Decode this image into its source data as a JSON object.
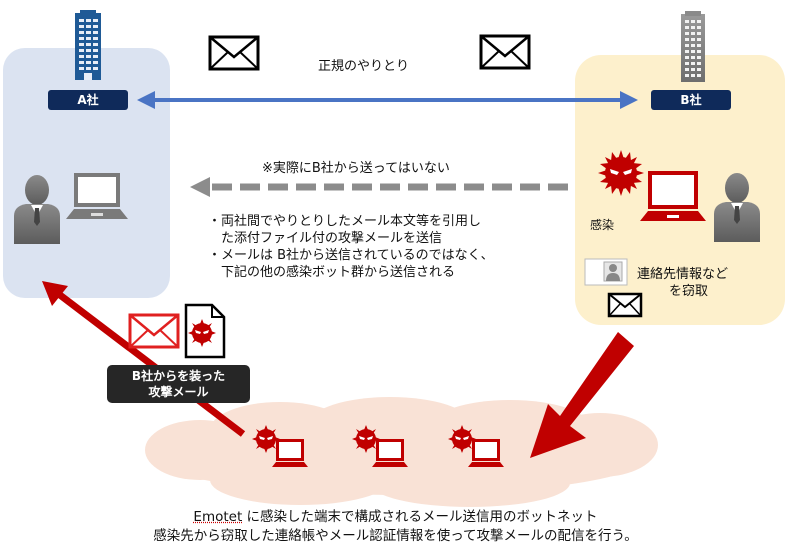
{
  "company_a": {
    "label": "A社"
  },
  "company_b": {
    "label": "B社"
  },
  "legit_exchange": {
    "label": "正規のやりとり"
  },
  "not_actually_sent": {
    "label": "※実際にB社から送ってはいない"
  },
  "explanation": {
    "line1": "・両社間でやりとりしたメール本文等を引用し",
    "line2": "　た添付ファイル付の攻撃メールを送信",
    "line3": "・メールは B社から送信されているのではなく、",
    "line4": "　下記の他の感染ボット群から送信される"
  },
  "infected": {
    "label": "感染"
  },
  "stolen": {
    "line1": "連絡先情報など",
    "line2": "を窃取"
  },
  "spoofed_mail": {
    "line1": "B社からを装った",
    "line2": "攻撃メール"
  },
  "caption": {
    "emotet": "Emotet",
    "line1_rest": " に感染した端末で構成されるメール送信用のボットネット",
    "line2": "感染先から窃取した連絡帳やメール認証情報を使って攻撃メールの配信を行う。"
  },
  "colors": {
    "company_a_bg": "#dbe3f1",
    "company_b_bg": "#fdf0cc",
    "botnet_cloud": "#f9e2d6",
    "label_navy": "#0f2a5a",
    "legit_arrow": "#4a74c4",
    "attack_red": "#c00000",
    "dashed_arrow": "#8c8c8c"
  }
}
